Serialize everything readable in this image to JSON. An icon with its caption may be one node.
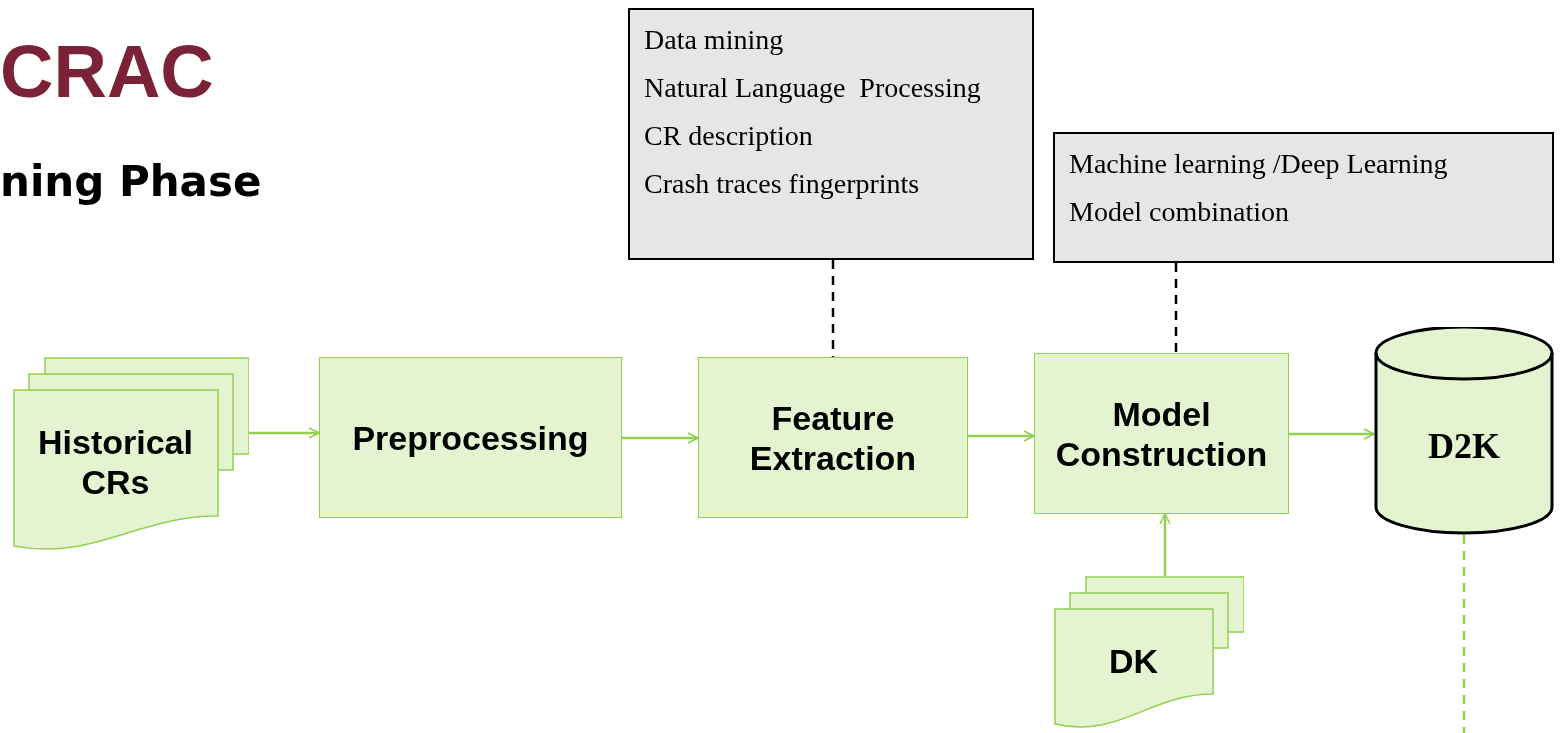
{
  "diagram": {
    "title": "CRAC",
    "nodes": [
      {
        "text": [
          "Data mining",
          "Natural Language  Processing",
          "CR description",
          "Crash traces fingerprints"
        ]
      },
      {
        "text": [
          "Machine learning /Deep Learning",
          "Model combination"
        ]
      },
      {
        "text": [
          "Historical CRs"
        ]
      },
      {
        "text": [
          "Preprocessing"
        ]
      },
      {
        "text": [
          "Feature Extraction"
        ]
      },
      {
        "text": [
          "Model Construction"
        ]
      },
      {
        "text": [
          "D2K"
        ]
      },
      {
        "text": [
          "DK"
        ]
      }
    ],
    "edges": [
      {
        "from": 2,
        "to": 3,
        "arrow": "to"
      },
      {
        "from": 3,
        "to": 4,
        "arrow": "to"
      },
      {
        "from": 4,
        "to": 5,
        "arrow": "to"
      },
      {
        "from": 5,
        "to": 6,
        "arrow": "to"
      },
      {
        "from": 7,
        "to": 5,
        "arrow": "to"
      },
      {
        "from": 0,
        "to": 4,
        "arrow": "none",
        "style": "dashed",
        "color": "#000000"
      },
      {
        "from": 1,
        "to": 5,
        "arrow": "none",
        "style": "dashed",
        "color": "#000000"
      },
      {
        "from": 6,
        "to": null,
        "arrow": "none",
        "style": "dashed"
      }
    ],
    "labels": [
      "ning Phase"
    ]
  }
}
